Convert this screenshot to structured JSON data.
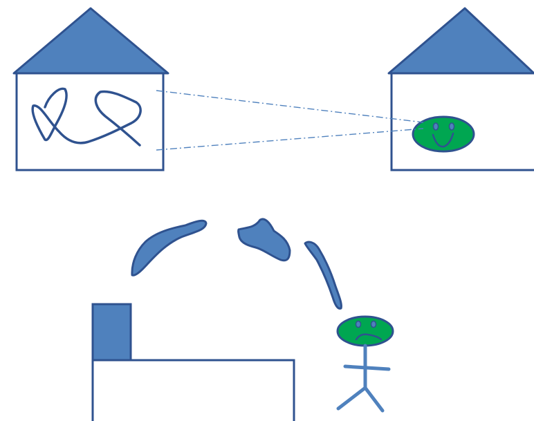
{
  "colors": {
    "background": "#ffffff",
    "roof_fill": "#4f81bd",
    "outline": "#2f528f",
    "face_fill": "#00a651",
    "dash_line": "#4f81bd",
    "blob_fill": "#4f81bd",
    "stick_figure": "#4f81bd"
  },
  "scene": {
    "left_house": {
      "content": "scribble"
    },
    "right_house": {
      "content": "smiling-face"
    },
    "bottom_building": {
      "chimney": true
    },
    "thought_blobs_count": 3,
    "person": {
      "expression": "sad"
    }
  }
}
